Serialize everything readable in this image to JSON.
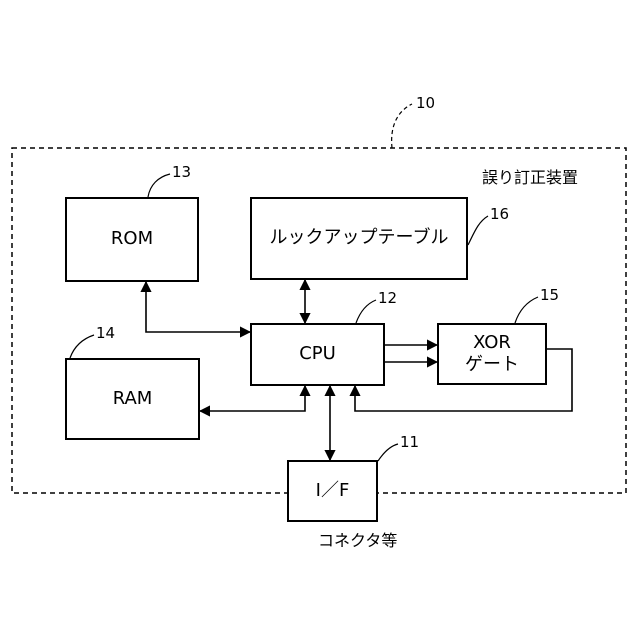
{
  "device": {
    "ref": "10",
    "title": "誤り訂正装置"
  },
  "blocks": {
    "rom": {
      "ref": "13",
      "label": "ROM"
    },
    "lut": {
      "ref": "16",
      "label": "ルックアップテーブル"
    },
    "cpu": {
      "ref": "12",
      "label": "CPU"
    },
    "xor": {
      "ref": "15",
      "line1": "XOR",
      "line2": "ゲート"
    },
    "ram": {
      "ref": "14",
      "label": "RAM"
    },
    "iface": {
      "ref": "11",
      "label": "I／F"
    }
  },
  "connector_caption": "コネクタ等"
}
